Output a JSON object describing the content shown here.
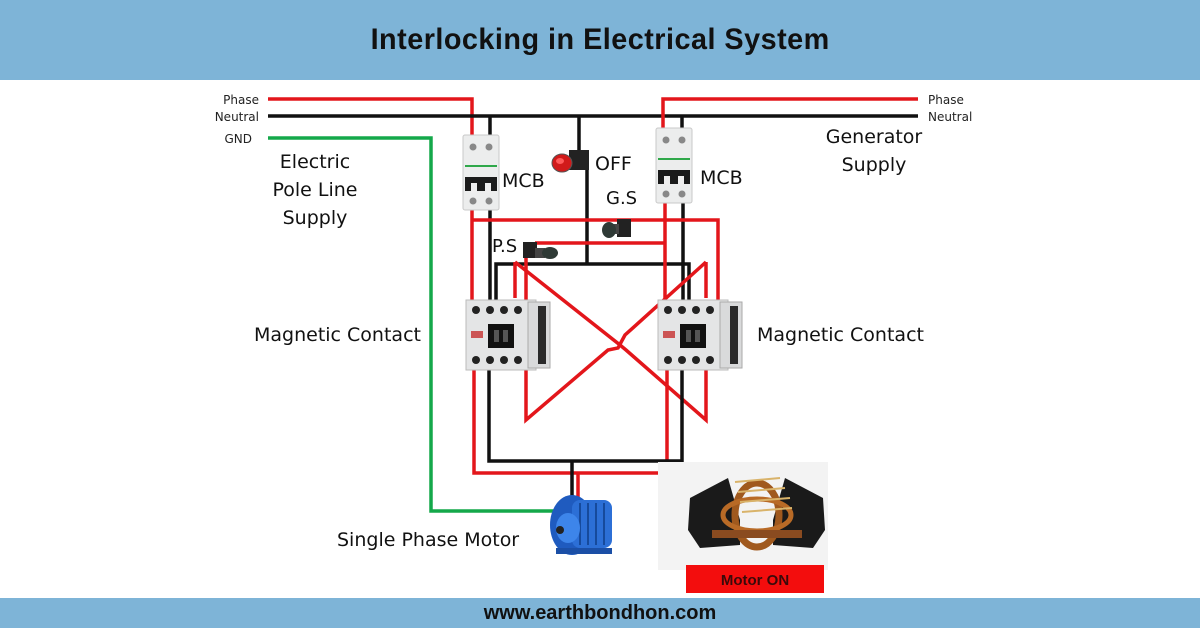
{
  "header": {
    "title": "Interlocking in Electrical  System"
  },
  "footer": {
    "website": "www.earthbondhon.com"
  },
  "left_supply": {
    "phase_label": "Phase",
    "neutral_label": "Neutral",
    "gnd_label": "GND",
    "title_lines": [
      "Electric",
      "Pole Line",
      "Supply"
    ]
  },
  "right_supply": {
    "phase_label": "Phase",
    "neutral_label": "Neutral",
    "title_lines": [
      "Generator",
      "Supply"
    ]
  },
  "components": {
    "mcb_left_label": "MCB",
    "mcb_right_label": "MCB",
    "off_button_label": "OFF",
    "gs_button_label": "G.S",
    "ps_button_label": "P.S",
    "contactor_left_label": "Magnetic Contact",
    "contactor_right_label": "Magnetic Contact",
    "motor_label": "Single Phase Motor",
    "motor_status": "Motor ON"
  },
  "colors": {
    "banner": "#7eb4d7",
    "phase_wire": "#e3161b",
    "neutral_wire": "#111111",
    "ground_wire": "#14a84a",
    "motor_status_bg": "#f30d0d"
  }
}
